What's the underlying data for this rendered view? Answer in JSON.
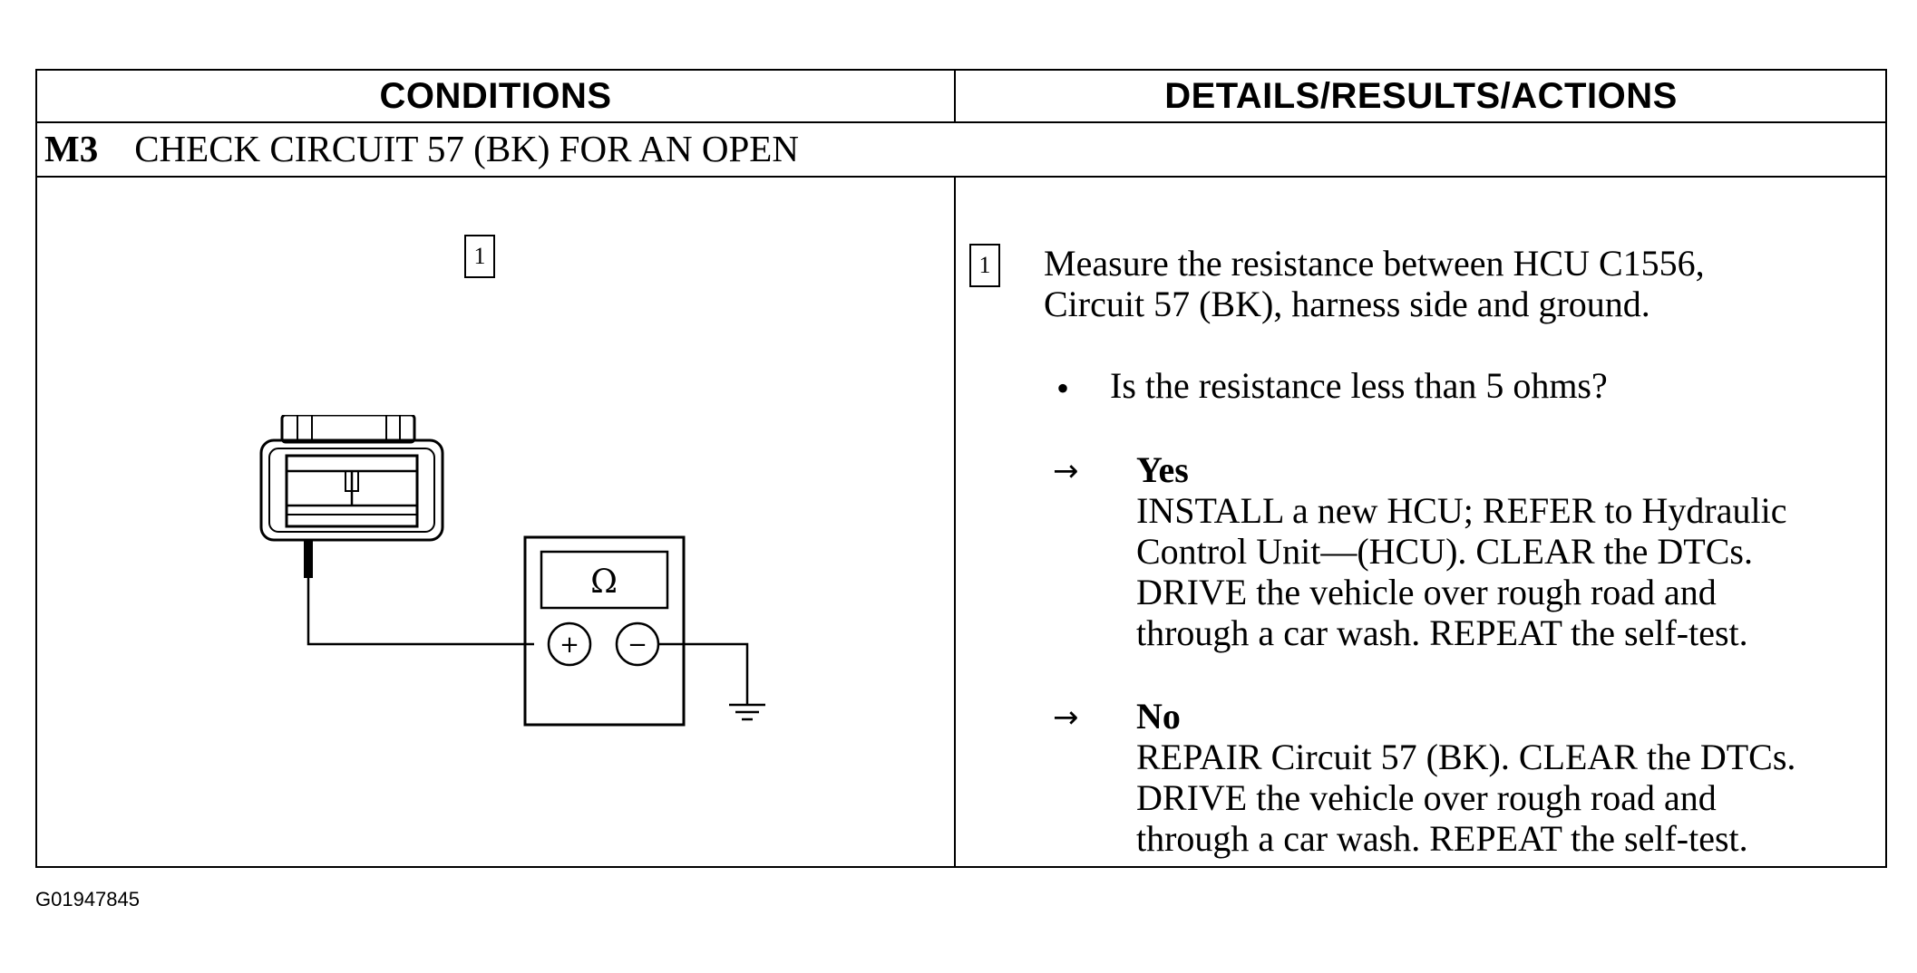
{
  "header": {
    "left": "CONDITIONS",
    "right": "DETAILS/RESULTS/ACTIONS"
  },
  "step": {
    "id": "M3",
    "title": "CHECK CIRCUIT 57 (BK) FOR AN OPEN"
  },
  "conditions": {
    "label": "1",
    "meter_symbol": "Ω",
    "plus_symbol": "+",
    "minus_symbol": "−",
    "icons": [
      "connector-icon",
      "ohmmeter-icon",
      "ground-icon"
    ]
  },
  "details": {
    "label": "1",
    "instruction_line1": "Measure the resistance between HCU C1556,",
    "instruction_line2": "Circuit 57 (BK), harness side and ground.",
    "bullet": "•",
    "question": "Is the resistance less than 5 ohms?",
    "arrow": "→",
    "yes": {
      "label": "Yes",
      "lines": [
        "INSTALL a new HCU; REFER to Hydraulic",
        "Control Unit—(HCU). CLEAR the DTCs.",
        "DRIVE the vehicle over rough road and",
        "through a car wash. REPEAT the self-test."
      ]
    },
    "no": {
      "label": "No",
      "lines": [
        "REPAIR Circuit 57 (BK). CLEAR the DTCs.",
        "DRIVE the vehicle over rough road and",
        "through a car wash. REPEAT the self-test."
      ]
    }
  },
  "figure_id": "G01947845"
}
